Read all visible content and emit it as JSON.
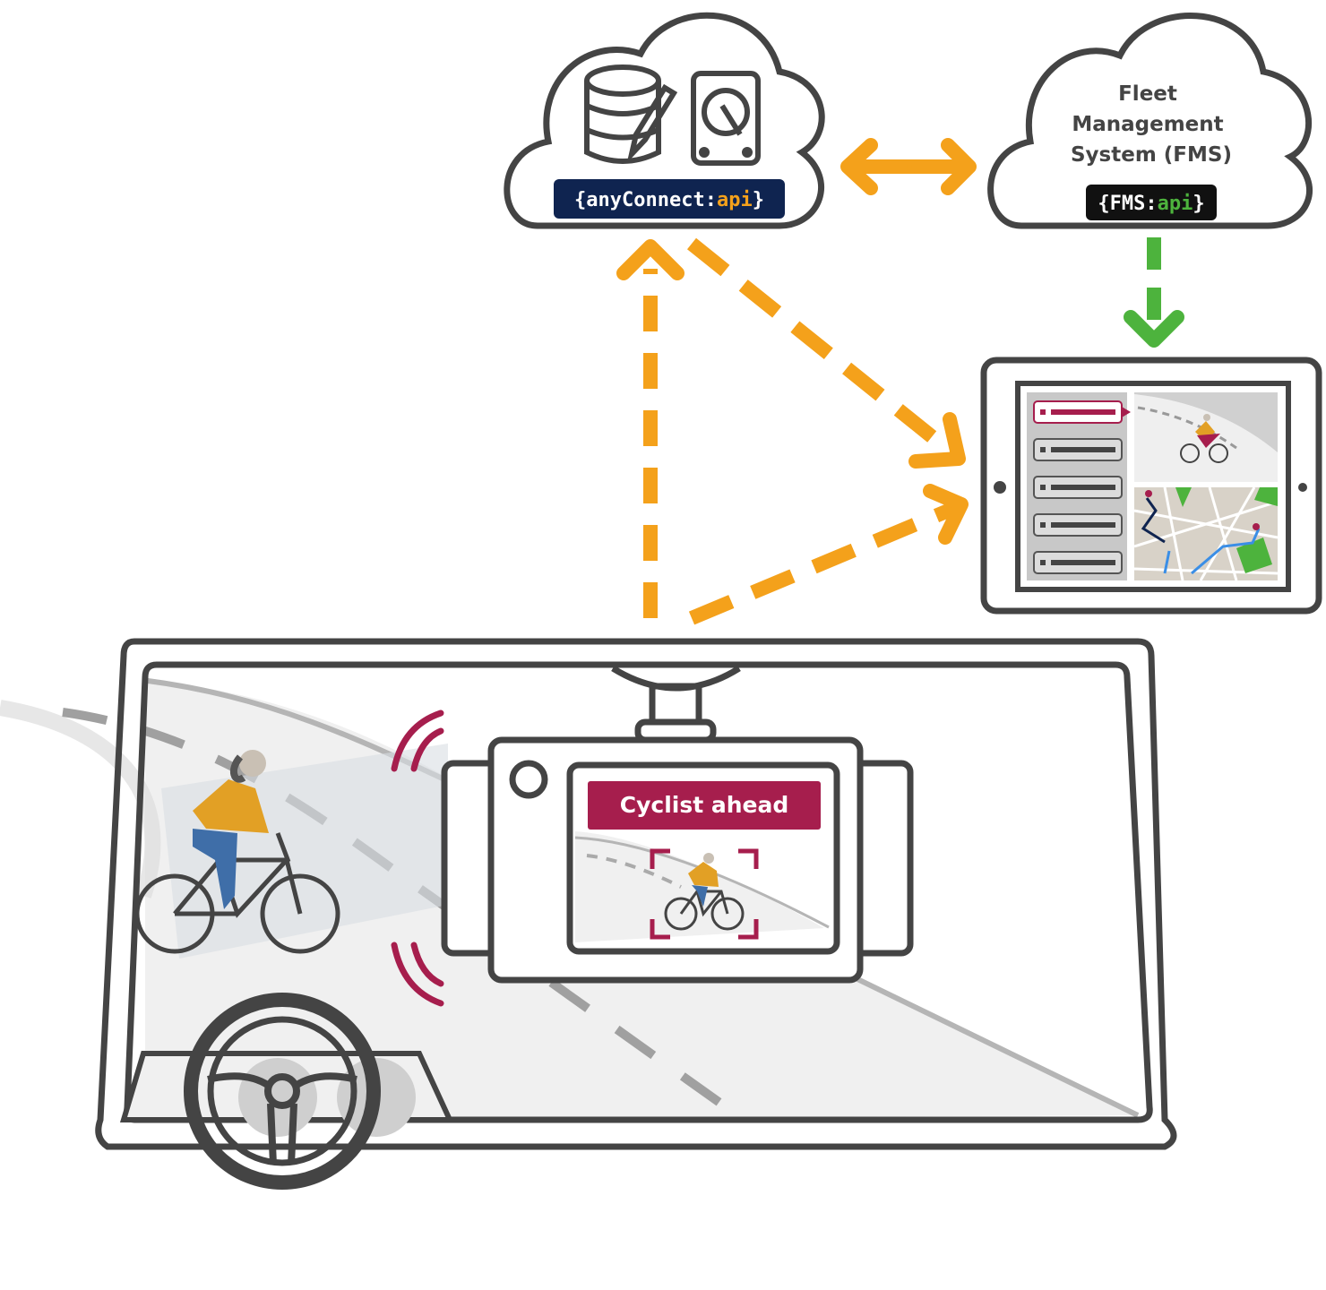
{
  "cloud_anyconnect": {
    "api_badge": {
      "brace_open": "{",
      "name": "anyConnect",
      "colon": ":",
      "api": "api",
      "brace_close": "}"
    },
    "icons": [
      "database-edit-icon",
      "hard-drive-icon"
    ]
  },
  "cloud_fms": {
    "title_lines": [
      "Fleet",
      "Management",
      "System (FMS)"
    ],
    "api_badge": {
      "brace_open": "{",
      "name": "FMS",
      "colon": ":",
      "api": "api",
      "brace_close": "}"
    }
  },
  "dashcam": {
    "alert_label": "Cyclist ahead"
  },
  "tablet": {
    "list_items": 5
  },
  "colors": {
    "outline": "#444444",
    "orange": "#f4a11b",
    "green": "#4db33d",
    "navy": "#0f2450",
    "crimson": "#a61e4d",
    "grey_fill": "#e6e6e6"
  }
}
